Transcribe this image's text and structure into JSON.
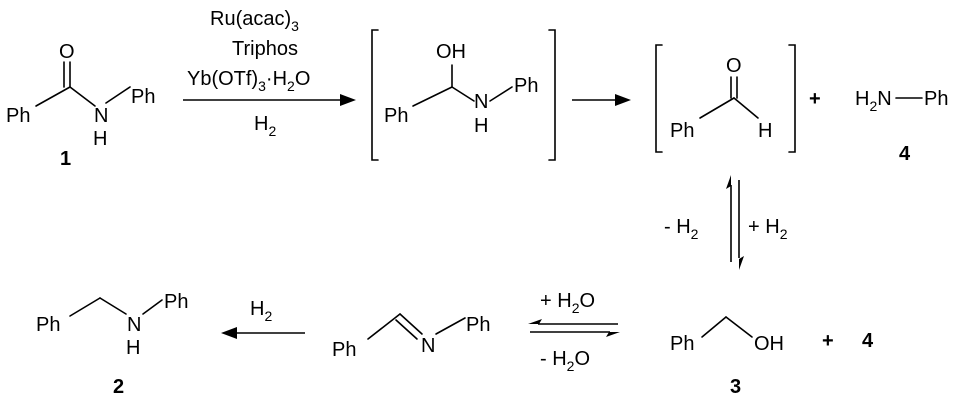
{
  "reagents": {
    "line1": "Ru(acac)",
    "line1_sub": "3",
    "line2": "Triphos",
    "line3_a": "Yb(OTf)",
    "line3_sub1": "3",
    "line3_b": "·H",
    "line3_sub2": "2",
    "line3_c": "O",
    "line4": "H",
    "line4_sub": "2"
  },
  "atoms": {
    "ph": "Ph",
    "o": "O",
    "oh": "OH",
    "n": "N",
    "h": "H",
    "h2n_h": "H",
    "h2n_sub": "2",
    "h2n_n": "N"
  },
  "compound_numbers": {
    "amide": "1",
    "amine_product": "2",
    "alcohol": "3",
    "aniline": "4",
    "aniline_repeat": "4"
  },
  "operators": {
    "plus1": "+",
    "plus2": "+"
  },
  "conditions": {
    "minus_h2_a": "- H",
    "minus_h2_sub": "2",
    "plus_h2_a": "+ H",
    "plus_h2_sub": "2",
    "reduction_h2": "H",
    "reduction_h2_sub": "2",
    "plus_water_a": "+ H",
    "plus_water_sub": "2",
    "plus_water_b": "O",
    "minus_water_a": "- H",
    "minus_water_sub": "2",
    "minus_water_b": "O"
  }
}
